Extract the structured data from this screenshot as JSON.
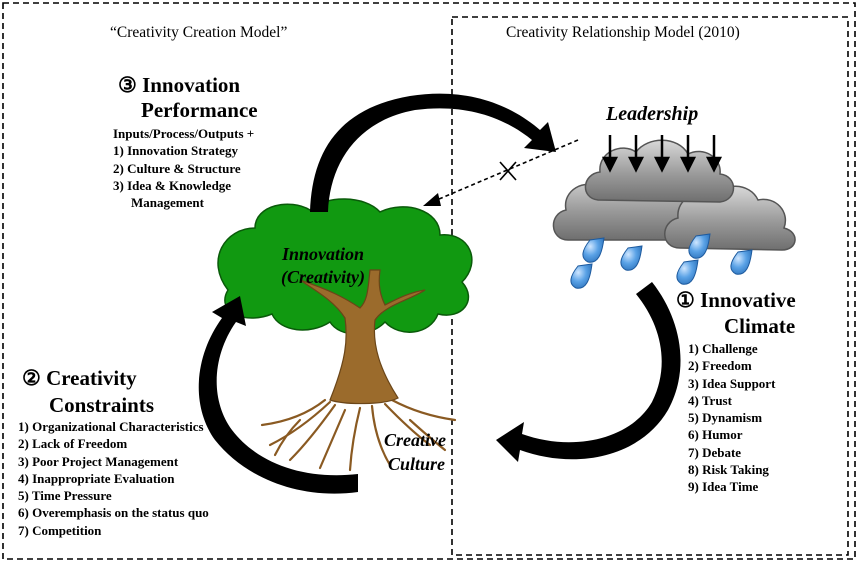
{
  "left_title": "“Creativity  Creation Model”",
  "right_title": "Creativity  Relationship  Model (2010)",
  "leadership": "Leadership",
  "tree": {
    "line1": "Innovation",
    "line2": "(Creativity)"
  },
  "creative_culture": {
    "line1": "Creative",
    "line2": "Culture"
  },
  "innovation_performance": {
    "number": "③",
    "line1": "Innovation",
    "line2": "Performance",
    "subtitle": "Inputs/Process/Outputs +",
    "items": [
      "1) Innovation Strategy",
      "2) Culture & Structure",
      "3) Idea & Knowledge",
      "Management"
    ]
  },
  "innovative_climate": {
    "number": "①",
    "line1": "Innovative",
    "line2": "Climate",
    "items": [
      "1) Challenge",
      "2) Freedom",
      "3) Idea Support",
      "4) Trust",
      "5) Dynamism",
      "6) Humor",
      "7) Debate",
      "8) Risk Taking",
      "9) Idea Time"
    ]
  },
  "creativity_constraints": {
    "number": "②",
    "line1": "Creativity",
    "line2": "Constraints",
    "items": [
      "1) Organizational Characteristics",
      "2) Lack of Freedom",
      "3) Poor Project Management",
      "4) Inappropriate Evaluation",
      "5) Time Pressure",
      "6) Overemphasis on the status quo",
      "7) Competition"
    ]
  },
  "colors": {
    "foliage": "#119911",
    "trunk": "#9b6b2c",
    "roots": "#8a5a22",
    "cloud": "#909090",
    "rain": "#4f95d8",
    "arrow": "#000000"
  }
}
